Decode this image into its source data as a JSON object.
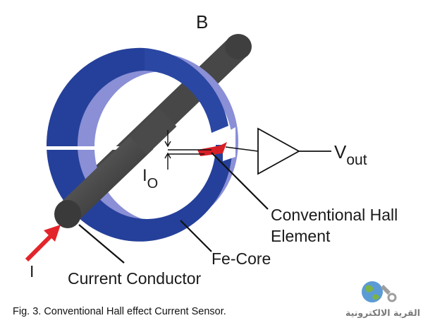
{
  "diagram": {
    "label_field": "B",
    "label_vout_main": "V",
    "label_vout_sub": "out",
    "label_io_main": "I",
    "label_io_sub": "O",
    "label_hall_line1": "Conventional Hall",
    "label_hall_line2": "Element",
    "label_core": "Fe-Core",
    "label_current": "I",
    "label_conductor": "Current Conductor"
  },
  "caption": "Fig. 3. Conventional Hall effect Current Sensor.",
  "watermark": {
    "text": "القرية الالكترونية"
  },
  "colors": {
    "core_front": "#25409a",
    "core_side": "#8a8fd6",
    "conductor": "#4b4b4b",
    "conductor_end": "#3a3a3a",
    "hall_element": "#d81f26",
    "arrow": "#e3242b",
    "line": "#111111"
  }
}
